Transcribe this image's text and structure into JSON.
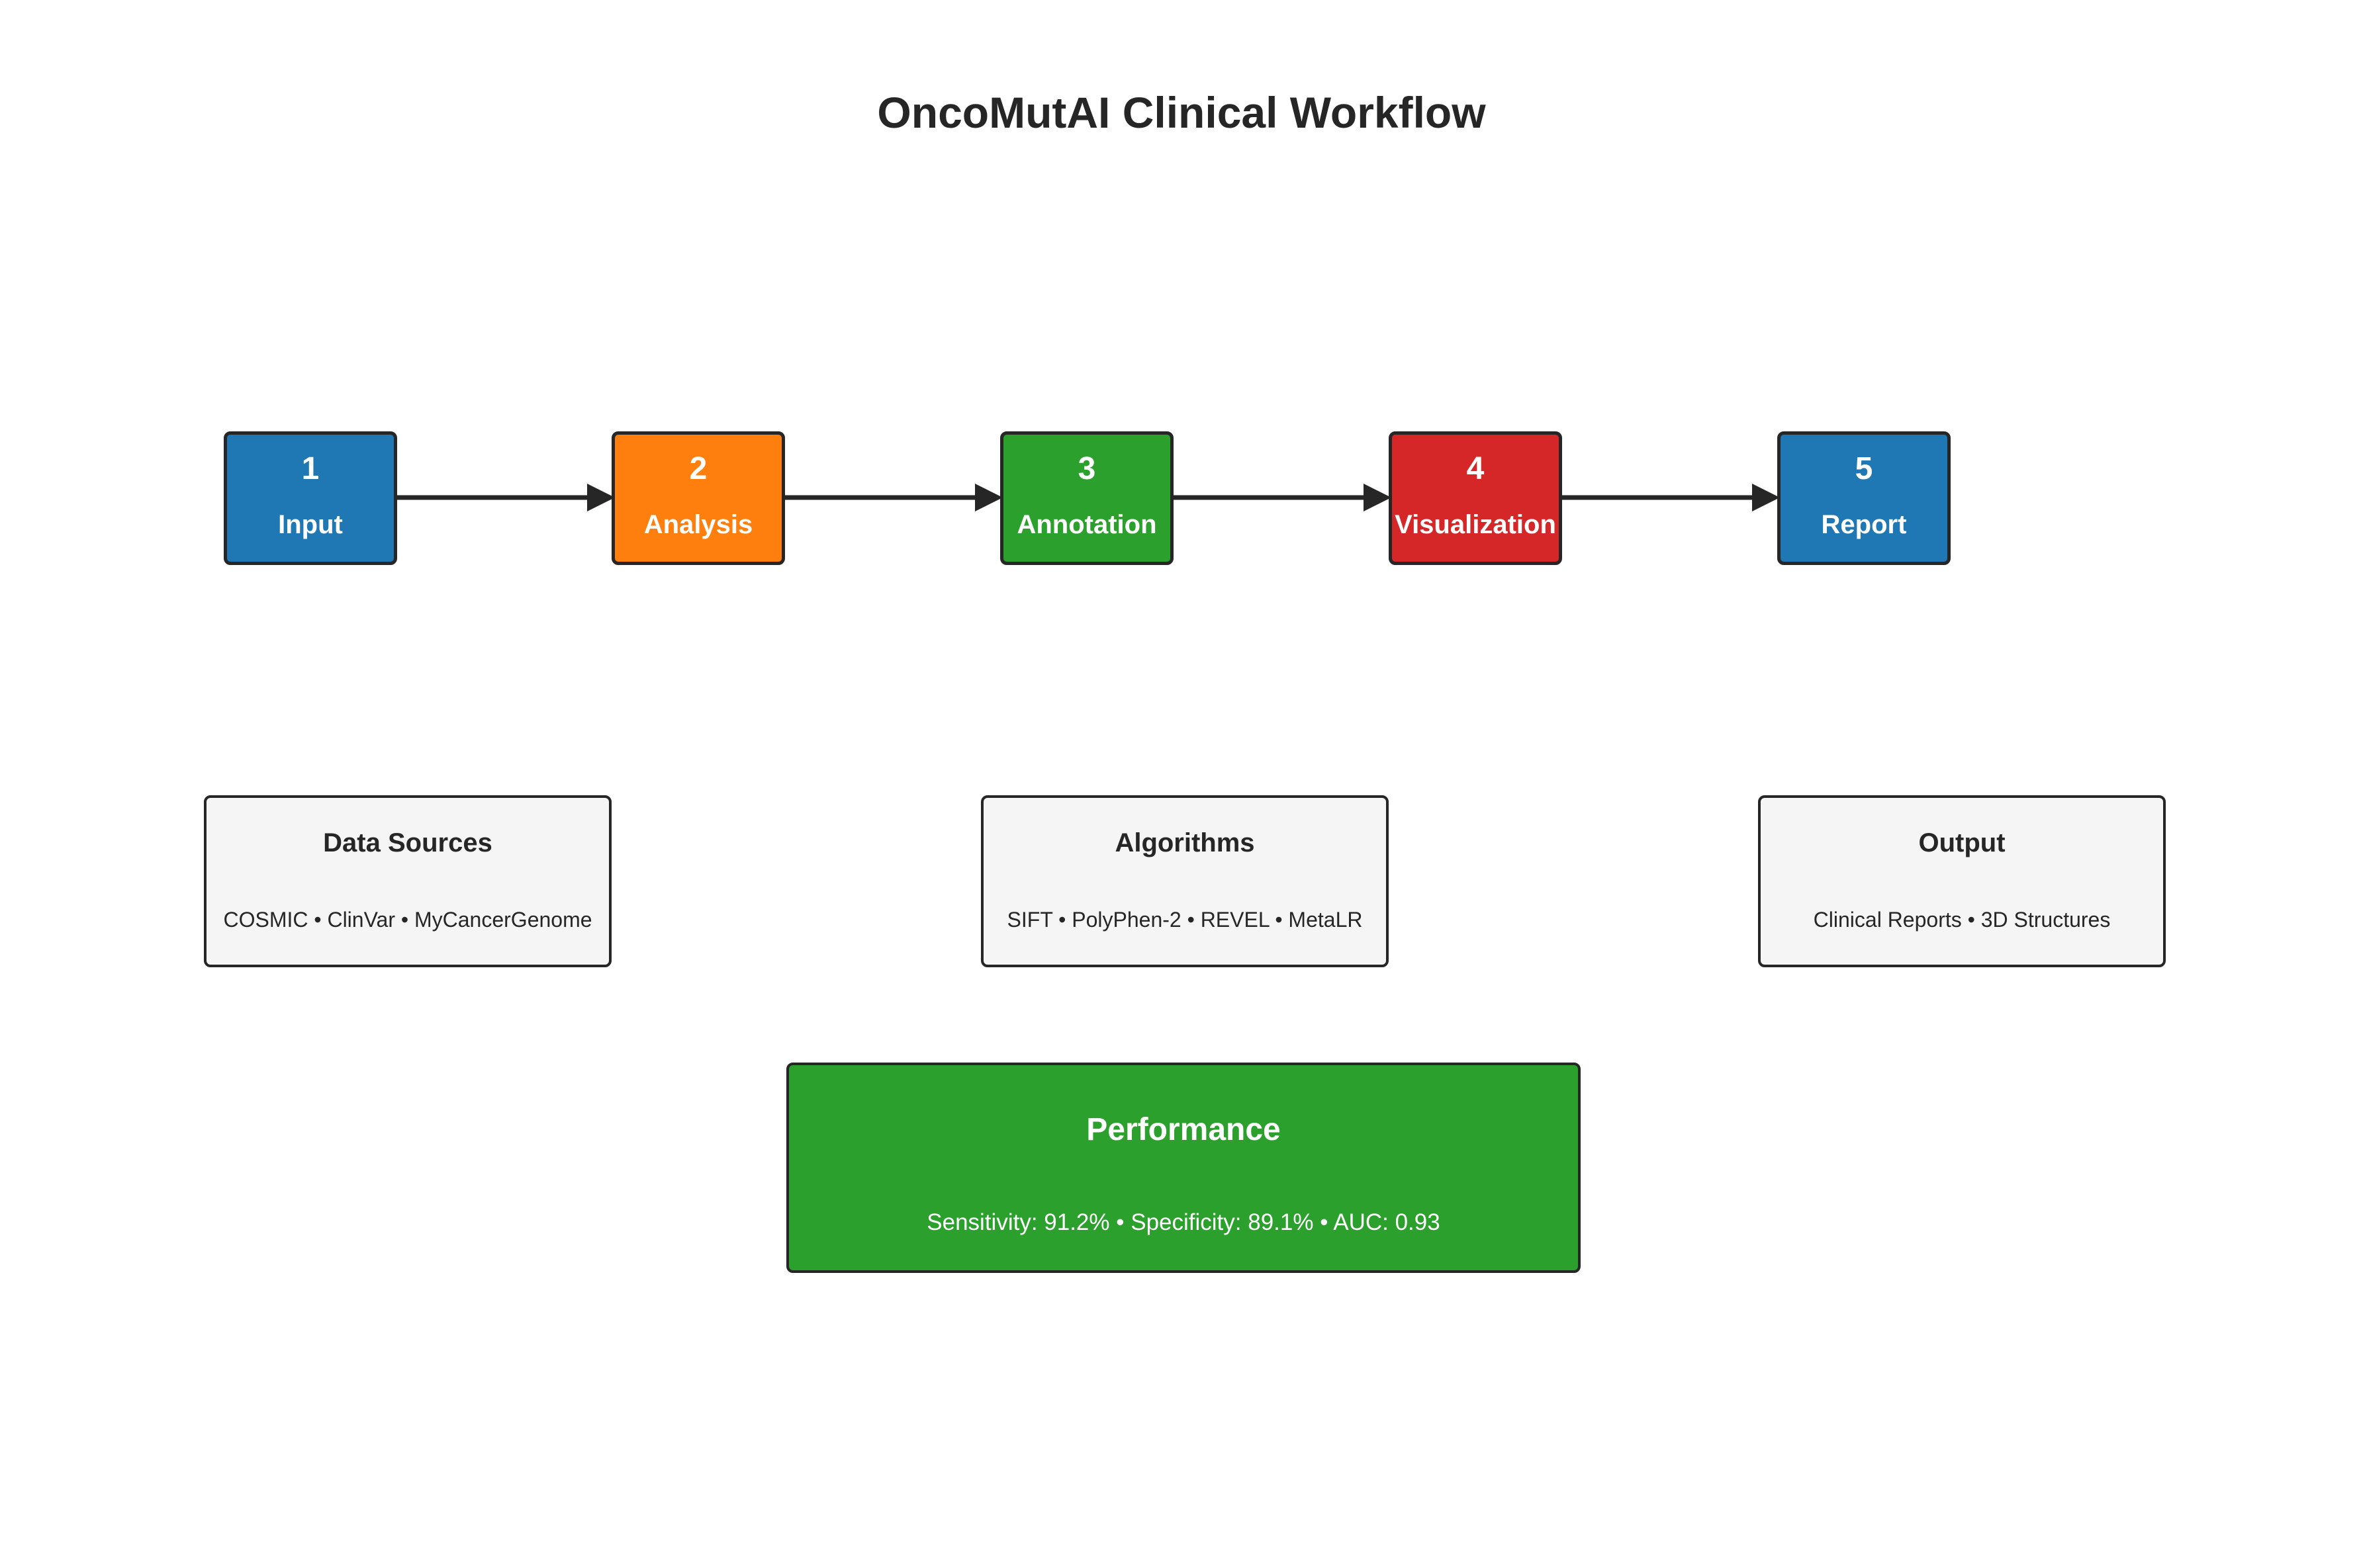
{
  "diagram": {
    "title": "OncoMutAI Clinical Workflow",
    "colors": {
      "blue": "#1f77b4",
      "orange": "#ff7f0e",
      "green": "#2ca02c",
      "red": "#d62728",
      "info_fill": "#f5f5f5",
      "stroke": "#262626"
    },
    "steps": [
      {
        "number": "1",
        "label": "Input",
        "color": "#1f77b4"
      },
      {
        "number": "2",
        "label": "Analysis",
        "color": "#ff7f0e"
      },
      {
        "number": "3",
        "label": "Annotation",
        "color": "#2ca02c"
      },
      {
        "number": "4",
        "label": "Visualization",
        "color": "#d62728"
      },
      {
        "number": "5",
        "label": "Report",
        "color": "#1f77b4"
      }
    ],
    "info_boxes": [
      {
        "title": "Data Sources",
        "detail": "COSMIC • ClinVar • MyCancerGenome"
      },
      {
        "title": "Algorithms",
        "detail": "SIFT • PolyPhen-2 • REVEL • MetaLR"
      },
      {
        "title": "Output",
        "detail": "Clinical Reports • 3D Structures"
      }
    ],
    "performance": {
      "title": "Performance",
      "detail": "Sensitivity: 91.2% • Specificity: 89.1% • AUC: 0.93",
      "color": "#2ca02c"
    }
  }
}
